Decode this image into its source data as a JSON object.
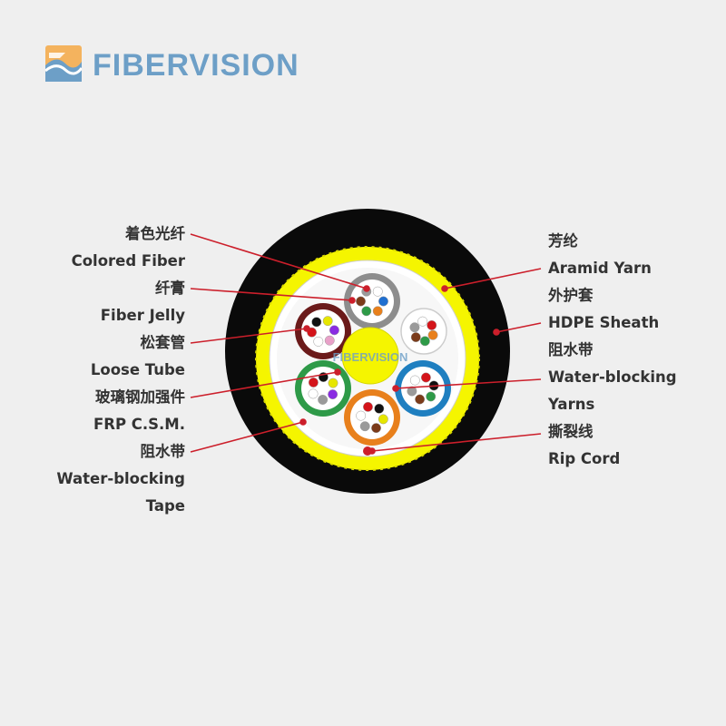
{
  "brand": {
    "name": "FIBERVISION",
    "colors": {
      "text": "#6d9fc7",
      "mark_orange": "#f4b35e",
      "mark_blue": "#6d9fc7"
    }
  },
  "labels_left": [
    {
      "zh": "着色光纤",
      "en": "Colored Fiber"
    },
    {
      "zh": "纤膏",
      "en": "Fiber Jelly"
    },
    {
      "zh": "松套管",
      "en": "Loose Tube"
    },
    {
      "zh": "玻璃钢加强件",
      "en": "FRP C.S.M."
    },
    {
      "zh": "阻水带",
      "en": "Water-blocking",
      "en2": "Tape"
    }
  ],
  "labels_right": [
    {
      "zh": "芳纶",
      "en": "Aramid Yarn"
    },
    {
      "zh": "外护套",
      "en": "HDPE Sheath"
    },
    {
      "zh": "阻水带",
      "en": "Water-blocking",
      "en2": "Yarns"
    },
    {
      "zh": "撕裂线",
      "en": "Rip Cord"
    }
  ],
  "colors": {
    "sheath": "#0a0a0a",
    "aramid": "#f5f500",
    "tape": "#ffffff",
    "center_member": "#f5f500",
    "leader_line": "#cc1f2b",
    "tubes": [
      "#8d8d8d",
      "#ffffff",
      "#1f7fc0",
      "#e8801c",
      "#2e9a48",
      "#6b1a1a"
    ],
    "fibers": [
      "#1f6fd0",
      "#e8801c",
      "#2e9a48",
      "#7b3b1a",
      "#9a9a9a",
      "#ffffff",
      "#d4141a",
      "#111111",
      "#e6e600",
      "#8a2be2",
      "#e8a0c8",
      "#35c2c8"
    ]
  }
}
